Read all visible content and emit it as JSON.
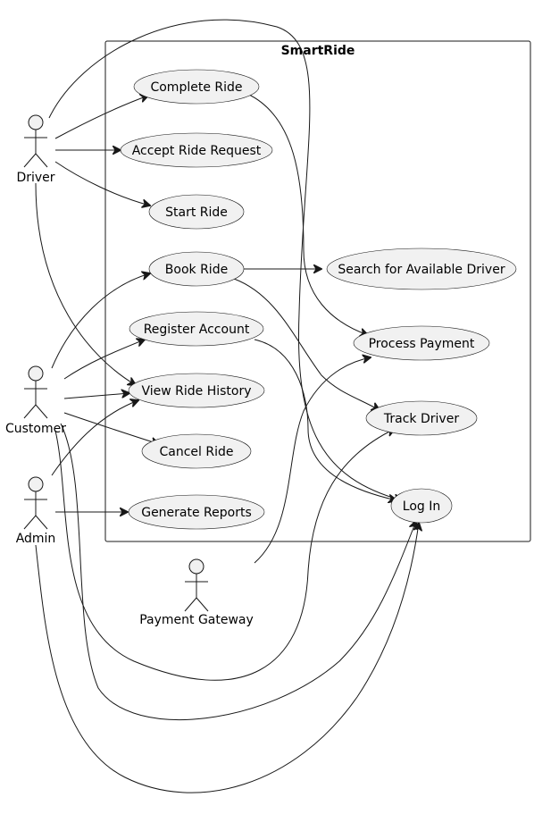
{
  "system": {
    "title": "SmartRide"
  },
  "actors": {
    "driver": "Driver",
    "customer": "Customer",
    "admin": "Admin",
    "payment_gateway": "Payment Gateway"
  },
  "use_cases": {
    "complete_ride": "Complete Ride",
    "accept_ride_request": "Accept Ride Request",
    "start_ride": "Start Ride",
    "book_ride": "Book Ride",
    "search_driver": "Search for Available Driver",
    "register_account": "Register Account",
    "process_payment": "Process Payment",
    "view_ride_history": "View Ride History",
    "track_driver": "Track Driver",
    "cancel_ride": "Cancel Ride",
    "log_in": "Log In",
    "generate_reports": "Generate Reports"
  },
  "relationships": [
    {
      "from": "Driver",
      "to": "Complete Ride"
    },
    {
      "from": "Driver",
      "to": "Accept Ride Request"
    },
    {
      "from": "Driver",
      "to": "Start Ride"
    },
    {
      "from": "Driver",
      "to": "View Ride History"
    },
    {
      "from": "Driver",
      "to": "Log In"
    },
    {
      "from": "Customer",
      "to": "Book Ride"
    },
    {
      "from": "Customer",
      "to": "Register Account"
    },
    {
      "from": "Customer",
      "to": "View Ride History"
    },
    {
      "from": "Customer",
      "to": "Cancel Ride"
    },
    {
      "from": "Customer",
      "to": "Track Driver"
    },
    {
      "from": "Customer",
      "to": "Log In"
    },
    {
      "from": "Admin",
      "to": "View Ride History"
    },
    {
      "from": "Admin",
      "to": "Generate Reports"
    },
    {
      "from": "Admin",
      "to": "Log In"
    },
    {
      "from": "Payment Gateway",
      "to": "Process Payment"
    },
    {
      "from": "Book Ride",
      "to": "Search for Available Driver"
    },
    {
      "from": "Book Ride",
      "to": "Track Driver"
    },
    {
      "from": "Complete Ride",
      "to": "Process Payment"
    },
    {
      "from": "Register Account",
      "to": "Log In"
    }
  ]
}
